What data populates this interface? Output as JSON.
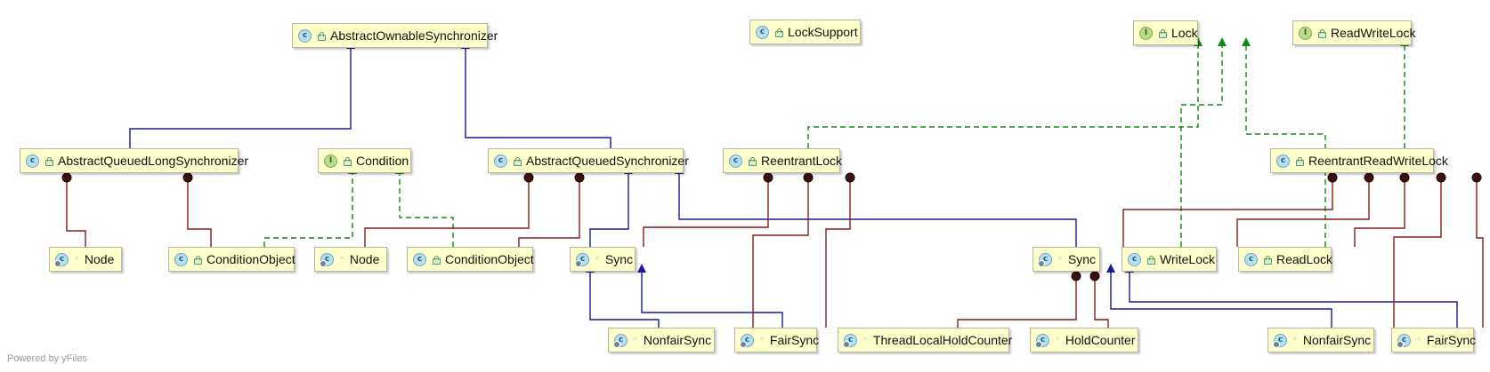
{
  "watermark": "Powered by yFiles",
  "colors": {
    "extends": "#1a1a9a",
    "implements": "#108a10",
    "inner": "#8a1a1a",
    "node_fill": "#ffffcc"
  },
  "nodes": [
    {
      "id": "aos",
      "label": "AbstractOwnableSynchronizer",
      "kind": "class"
    },
    {
      "id": "ls",
      "label": "LockSupport",
      "kind": "class"
    },
    {
      "id": "lock",
      "label": "Lock",
      "kind": "interface"
    },
    {
      "id": "rwl",
      "label": "ReadWriteLock",
      "kind": "interface"
    },
    {
      "id": "aqls",
      "label": "AbstractQueuedLongSynchronizer",
      "kind": "class"
    },
    {
      "id": "cond",
      "label": "Condition",
      "kind": "interface"
    },
    {
      "id": "aqs",
      "label": "AbstractQueuedSynchronizer",
      "kind": "class"
    },
    {
      "id": "rl",
      "label": "ReentrantLock",
      "kind": "class"
    },
    {
      "id": "rrwl",
      "label": "ReentrantReadWriteLock",
      "kind": "class"
    },
    {
      "id": "node1",
      "label": "Node",
      "kind": "inner-class"
    },
    {
      "id": "co1",
      "label": "ConditionObject",
      "kind": "class"
    },
    {
      "id": "node2",
      "label": "Node",
      "kind": "inner-class"
    },
    {
      "id": "co2",
      "label": "ConditionObject",
      "kind": "class"
    },
    {
      "id": "sync1",
      "label": "Sync",
      "kind": "inner-class"
    },
    {
      "id": "sync2",
      "label": "Sync",
      "kind": "inner-class"
    },
    {
      "id": "wl",
      "label": "WriteLock",
      "kind": "class"
    },
    {
      "id": "rdl",
      "label": "ReadLock",
      "kind": "class"
    },
    {
      "id": "nfs1",
      "label": "NonfairSync",
      "kind": "inner-class"
    },
    {
      "id": "fs1",
      "label": "FairSync",
      "kind": "inner-class"
    },
    {
      "id": "tlhc",
      "label": "ThreadLocalHoldCounter",
      "kind": "inner-class"
    },
    {
      "id": "hc",
      "label": "HoldCounter",
      "kind": "inner-class"
    },
    {
      "id": "nfs2",
      "label": "NonfairSync",
      "kind": "inner-class"
    },
    {
      "id": "fs2",
      "label": "FairSync",
      "kind": "inner-class"
    }
  ],
  "edges": [
    {
      "from": "aqls",
      "to": "aos",
      "type": "extends"
    },
    {
      "from": "aqs",
      "to": "aos",
      "type": "extends"
    },
    {
      "from": "rl",
      "to": "lock",
      "type": "implements"
    },
    {
      "from": "wl",
      "to": "lock",
      "type": "implements"
    },
    {
      "from": "rdl",
      "to": "lock",
      "type": "implements"
    },
    {
      "from": "rrwl",
      "to": "rwl",
      "type": "implements"
    },
    {
      "from": "co1",
      "to": "cond",
      "type": "implements"
    },
    {
      "from": "co2",
      "to": "cond",
      "type": "implements"
    },
    {
      "from": "sync1",
      "to": "aqs",
      "type": "extends"
    },
    {
      "from": "sync2",
      "to": "aqs",
      "type": "extends"
    },
    {
      "from": "nfs1",
      "to": "sync1",
      "type": "extends"
    },
    {
      "from": "fs1",
      "to": "sync1",
      "type": "extends"
    },
    {
      "from": "nfs2",
      "to": "sync2",
      "type": "extends"
    },
    {
      "from": "fs2",
      "to": "sync2",
      "type": "extends"
    },
    {
      "from": "aqls",
      "to": "node1",
      "type": "inner"
    },
    {
      "from": "aqls",
      "to": "co1",
      "type": "inner"
    },
    {
      "from": "aqs",
      "to": "node2",
      "type": "inner"
    },
    {
      "from": "aqs",
      "to": "co2",
      "type": "inner"
    },
    {
      "from": "rl",
      "to": "sync1",
      "type": "inner"
    },
    {
      "from": "rl",
      "to": "nfs1",
      "type": "inner"
    },
    {
      "from": "rl",
      "to": "fs1",
      "type": "inner"
    },
    {
      "from": "rrwl",
      "to": "sync2",
      "type": "inner"
    },
    {
      "from": "rrwl",
      "to": "wl",
      "type": "inner"
    },
    {
      "from": "rrwl",
      "to": "rdl",
      "type": "inner"
    },
    {
      "from": "rrwl",
      "to": "nfs2",
      "type": "inner"
    },
    {
      "from": "rrwl",
      "to": "fs2",
      "type": "inner"
    },
    {
      "from": "sync2",
      "to": "tlhc",
      "type": "inner"
    },
    {
      "from": "sync2",
      "to": "hc",
      "type": "inner"
    }
  ]
}
